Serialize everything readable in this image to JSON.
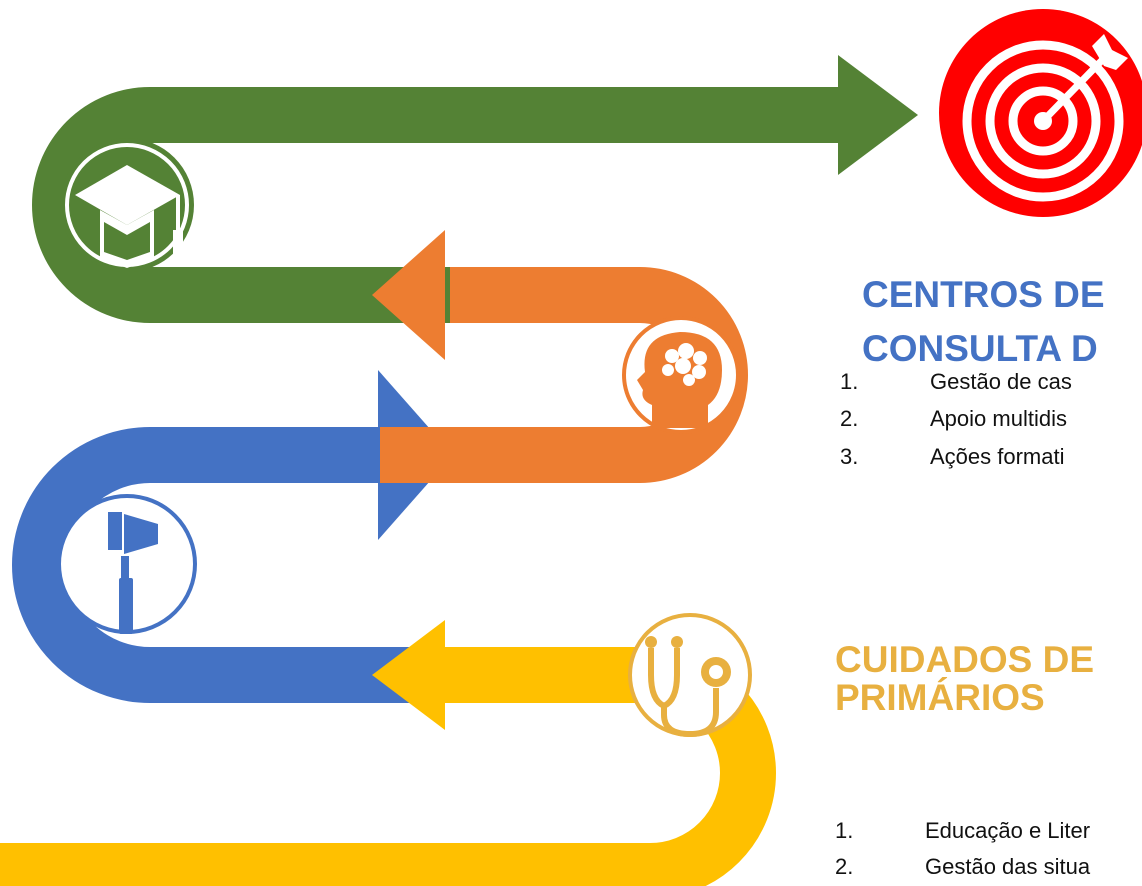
{
  "colors": {
    "green": "#548235",
    "orange": "#ed7d31",
    "blue": "#4472c4",
    "yellow": "#ffc000",
    "red": "#ff0000",
    "heading_blue": "#4472c4",
    "heading_gold": "#e8b040"
  },
  "icons": {
    "graduation": "graduation-cap-icon",
    "target": "target-icon",
    "brain": "head-brain-icon",
    "tool": "tongue-depressor-icon",
    "stethoscope": "stethoscope-icon"
  },
  "section1": {
    "title_line1": "CENTROS DE",
    "title_line2": "CONSULTA D",
    "items": [
      {
        "num": "1.",
        "label": "Gestão de cas"
      },
      {
        "num": "2.",
        "label": "Apoio multidis"
      },
      {
        "num": "3.",
        "label": "Ações formati"
      }
    ]
  },
  "section2": {
    "title_line1": "CUIDADOS DE",
    "title_line2": "PRIMÁRIOS",
    "items": [
      {
        "num": "1.",
        "label": "Educação e Liter"
      },
      {
        "num": "2.",
        "label": "Gestão das situa"
      }
    ]
  }
}
